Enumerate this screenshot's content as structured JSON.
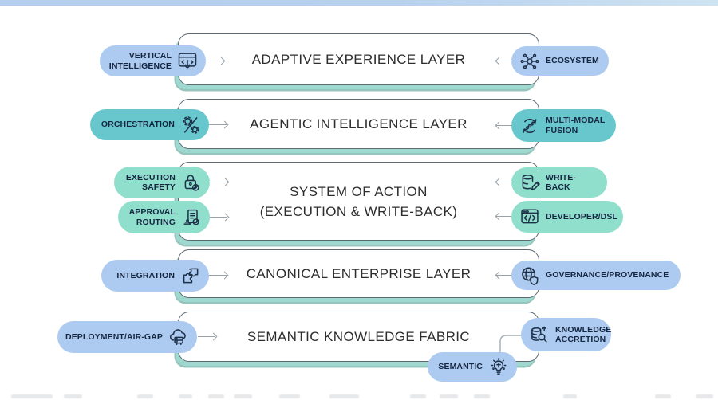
{
  "page": {
    "type": "layered-architecture-diagram",
    "top_strip_colors": {
      "left": "#b5cdee",
      "right": "#cfe4f1"
    }
  },
  "colors": {
    "pill_blue": "#adcbf0",
    "pill_teal": "#68c7cd",
    "pill_mint": "#90dfcc",
    "box_border": "#5d6a73",
    "box_shadow_teal": "#9ed8cf",
    "arrow_gray": "#98a2a8",
    "label_text": "#152641",
    "title_text": "#2d2d2d"
  },
  "layers": [
    {
      "title_line1": "ADAPTIVE EXPERIENCE LAYER",
      "title_line2": ""
    },
    {
      "title_line1": "AGENTIC INTELLIGENCE LAYER",
      "title_line2": ""
    },
    {
      "title_line1": "SYSTEM OF ACTION",
      "title_line2": "(EXECUTION & WRITE-BACK)"
    },
    {
      "title_line1": "CANONICAL ENTERPRISE LAYER",
      "title_line2": ""
    },
    {
      "title_line1": "SEMANTIC KNOWLEDGE FABRIC",
      "title_line2": ""
    }
  ],
  "pills": [
    {
      "label": "VERTICAL INTELLIGENCE",
      "icon": "window-gesture-icon",
      "side": "left",
      "color": "blue",
      "layer": "ADAPTIVE EXPERIENCE LAYER"
    },
    {
      "label": "ECOSYSTEM",
      "icon": "hub-network-icon",
      "side": "right",
      "color": "blue",
      "layer": "ADAPTIVE EXPERIENCE LAYER"
    },
    {
      "label": "ORCHESTRATION",
      "icon": "gears-slash-icon",
      "side": "left",
      "color": "teal",
      "layer": "AGENTIC INTELLIGENCE LAYER"
    },
    {
      "label": "MULTI-MODAL FUSION",
      "icon": "sync-dots-icon",
      "side": "right",
      "color": "teal",
      "layer": "AGENTIC INTELLIGENCE LAYER"
    },
    {
      "label": "EXECUTION SAFETY",
      "icon": "lock-check-icon",
      "side": "left",
      "color": "mint",
      "layer": "SYSTEM OF ACTION"
    },
    {
      "label": "APPROVAL ROUTING",
      "icon": "stamp-doc-icon",
      "side": "left",
      "color": "mint",
      "layer": "SYSTEM OF ACTION"
    },
    {
      "label": "WRITE-BACK",
      "icon": "db-pencil-icon",
      "side": "right",
      "color": "mint",
      "layer": "SYSTEM OF ACTION"
    },
    {
      "label": "DEVELOPER/DSL",
      "icon": "code-window-icon",
      "side": "right",
      "color": "mint",
      "layer": "SYSTEM OF ACTION"
    },
    {
      "label": "INTEGRATION",
      "icon": "puzzle-icon",
      "side": "left",
      "color": "blue",
      "layer": "CANONICAL ENTERPRISE LAYER"
    },
    {
      "label": "GOVERNANCE/PROVENANCE",
      "icon": "globe-shield-icon",
      "side": "right",
      "color": "blue",
      "layer": "CANONICAL ENTERPRISE LAYER"
    },
    {
      "label": "DEPLOYMENT/AIR-GAP",
      "icon": "cloud-server-icon",
      "side": "left",
      "color": "blue",
      "layer": "SEMANTIC KNOWLEDGE FABRIC"
    },
    {
      "label": "KNOWLEDGE ACCRETION",
      "icon": "db-search-up-icon",
      "side": "right",
      "color": "blue",
      "layer": "SEMANTIC KNOWLEDGE FABRIC"
    },
    {
      "label": "SEMANTIC",
      "icon": "bulb-idea-icon",
      "side": "bottom",
      "color": "blue",
      "layer": "SEMANTIC KNOWLEDGE FABRIC"
    }
  ]
}
